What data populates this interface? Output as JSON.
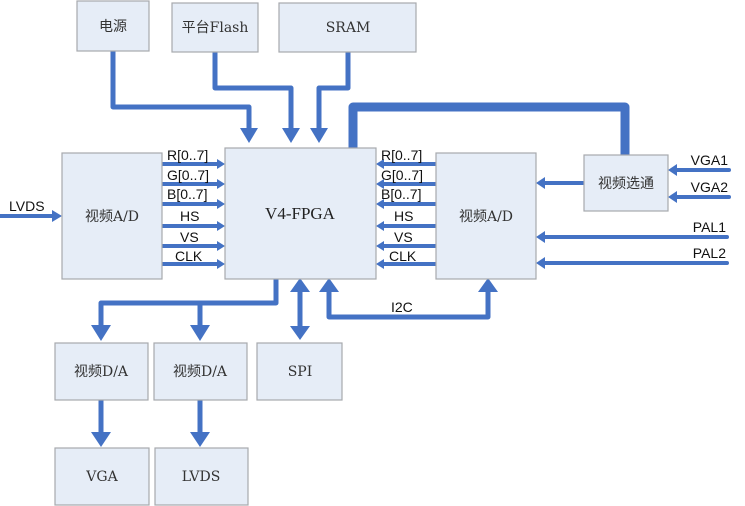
{
  "diagram": {
    "accent_color": "#4472c4",
    "box_fill": "#e6edf7",
    "blocks": {
      "power": "电源",
      "flash": "平台Flash",
      "sram": "SRAM",
      "fpga": "V4-FPGA",
      "adc_left": "视频A/D",
      "adc_right": "视频A/D",
      "video_switch": "视频选通",
      "dac_1": "视频D/A",
      "dac_2": "视频D/A",
      "spi": "SPI",
      "out_vga": "VGA",
      "out_lvds": "LVDS"
    },
    "signals_left": [
      "R[0..7]",
      "G[0..7]",
      "B[0..7]",
      "HS",
      "VS",
      "CLK"
    ],
    "signals_right": [
      "R[0..7]",
      "G[0..7]",
      "B[0..7]",
      "HS",
      "VS",
      "CLK"
    ],
    "inputs": {
      "lvds": "LVDS",
      "vga1": "VGA1",
      "vga2": "VGA2",
      "pal1": "PAL1",
      "pal2": "PAL2"
    },
    "bus_i2c": "I2C"
  }
}
